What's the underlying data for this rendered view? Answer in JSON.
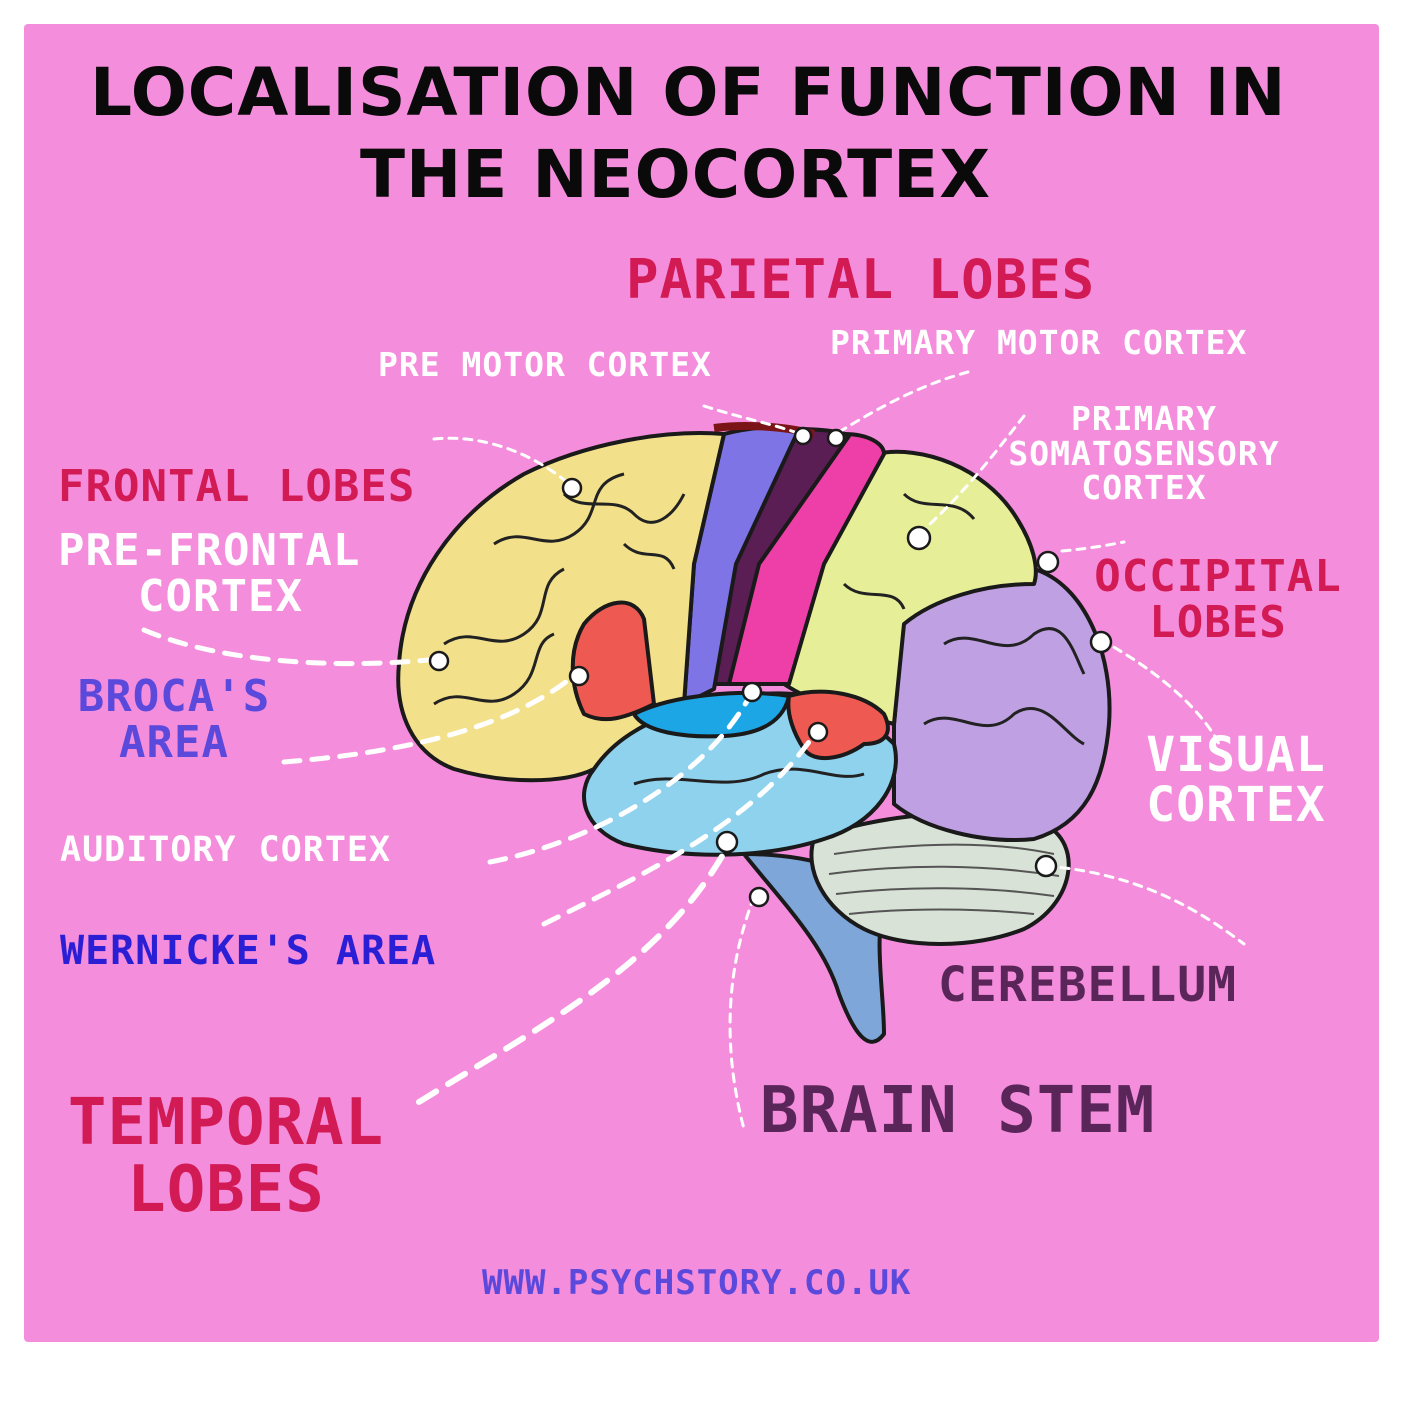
{
  "title": {
    "line1": "LOCALISATION OF FUNCTION IN",
    "line2": "THE NEOCORTEX"
  },
  "labels": {
    "parietal_lobes": "PARIETAL LOBES",
    "pre_motor_cortex": "PRE MOTOR CORTEX",
    "primary_motor_cortex": "PRIMARY MOTOR CORTEX",
    "primary_somatosensory_cortex": [
      "PRIMARY",
      "SOMATOSENSORY",
      "CORTEX"
    ],
    "frontal_lobes": "FRONTAL LOBES",
    "pre_frontal_cortex": [
      "PRE-FRONTAL",
      "CORTEX"
    ],
    "brocas_area": [
      "BROCA'S",
      "AREA"
    ],
    "occipital_lobes": [
      "OCCIPITAL",
      "LOBES"
    ],
    "visual_cortex": [
      "VISUAL",
      "CORTEX"
    ],
    "auditory_cortex": "AUDITORY CORTEX",
    "wernickes_area": "WERNICKE'S AREA",
    "cerebellum": "CEREBELLUM",
    "temporal_lobes": [
      "TEMPORAL",
      "LOBES"
    ],
    "brain_stem": "BRAIN STEM"
  },
  "footer": {
    "website": "WWW.PSYCHSTORY.CO.UK"
  },
  "colors": {
    "background": "#f58ddd",
    "frontal_lobe": "#f3e08a",
    "parietal_lobe": "#e7ee98",
    "pre_motor_cortex": "#7f74e6",
    "primary_motor_cortex": "#5a1e55",
    "primary_somatosensory_cortex": "#ee3fa8",
    "occipital_lobe": "#bfa0e2",
    "temporal_lobe": "#8fd2ee",
    "brocas_area": "#ee5a52",
    "wernickes_area": "#ee5a52",
    "auditory_cortex": "#1ca6e6",
    "cerebellum": "#d9e2d6",
    "brain_stem": "#7ea6d8"
  }
}
